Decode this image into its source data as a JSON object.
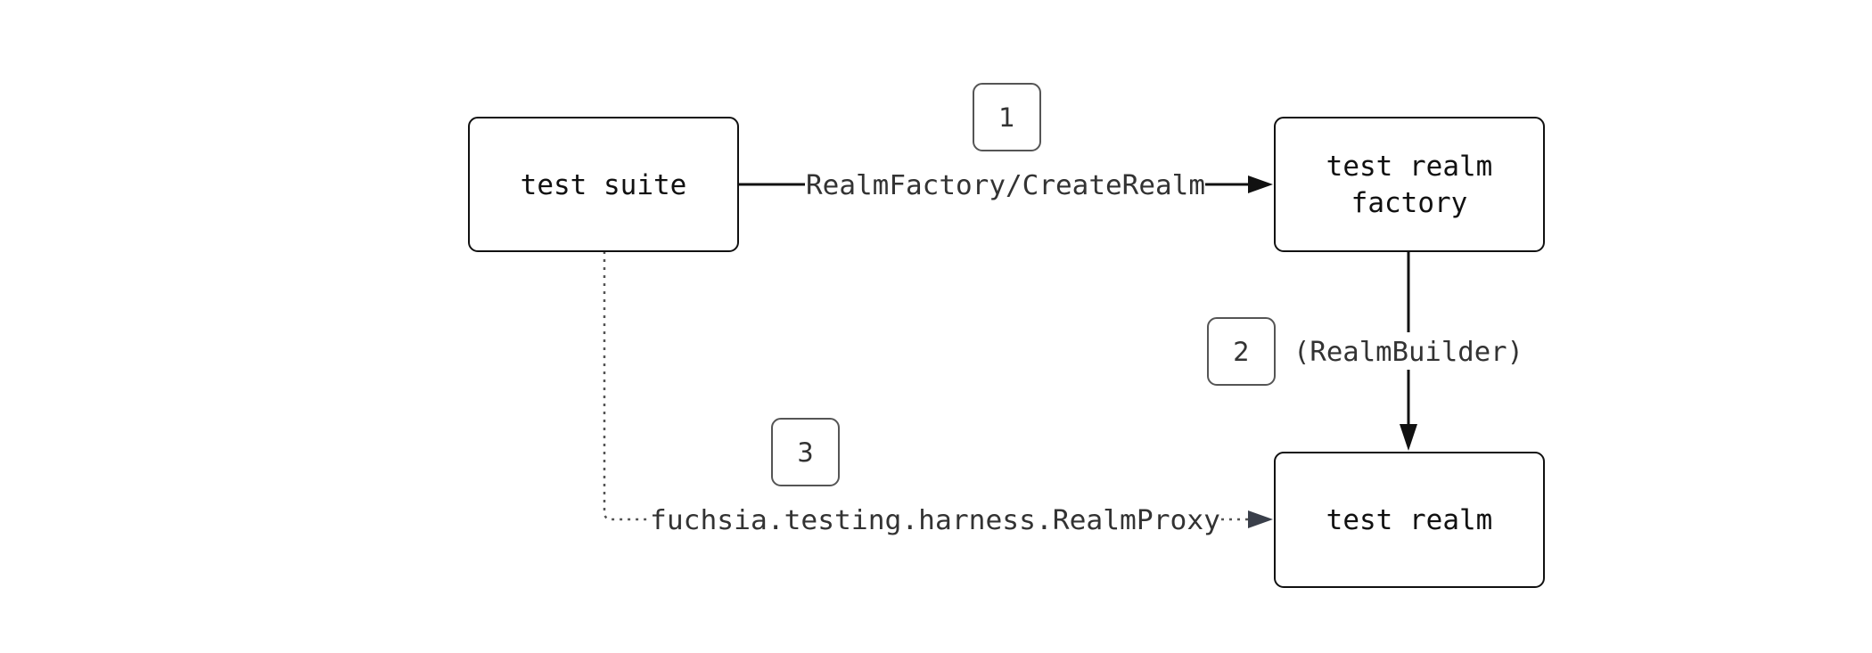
{
  "nodes": {
    "test_suite": {
      "label": "test suite"
    },
    "factory": {
      "line1": "test realm",
      "line2": "factory"
    },
    "test_realm": {
      "label": "test realm"
    }
  },
  "edges": {
    "create_realm": {
      "label": "RealmFactory/CreateRealm",
      "style": "solid"
    },
    "realm_builder": {
      "label": "(RealmBuilder)",
      "style": "solid"
    },
    "realm_proxy": {
      "label": "fuchsia.testing.harness.RealmProxy",
      "style": "dotted"
    }
  },
  "badges": {
    "one": "1",
    "two": "2",
    "three": "3"
  },
  "colors": {
    "node_border": "#111111",
    "edge": "#111111",
    "dotted_edge": "#555555",
    "dotted_arrow": "#3a3f4a",
    "badge_border": "#555555",
    "text": "#111111"
  }
}
